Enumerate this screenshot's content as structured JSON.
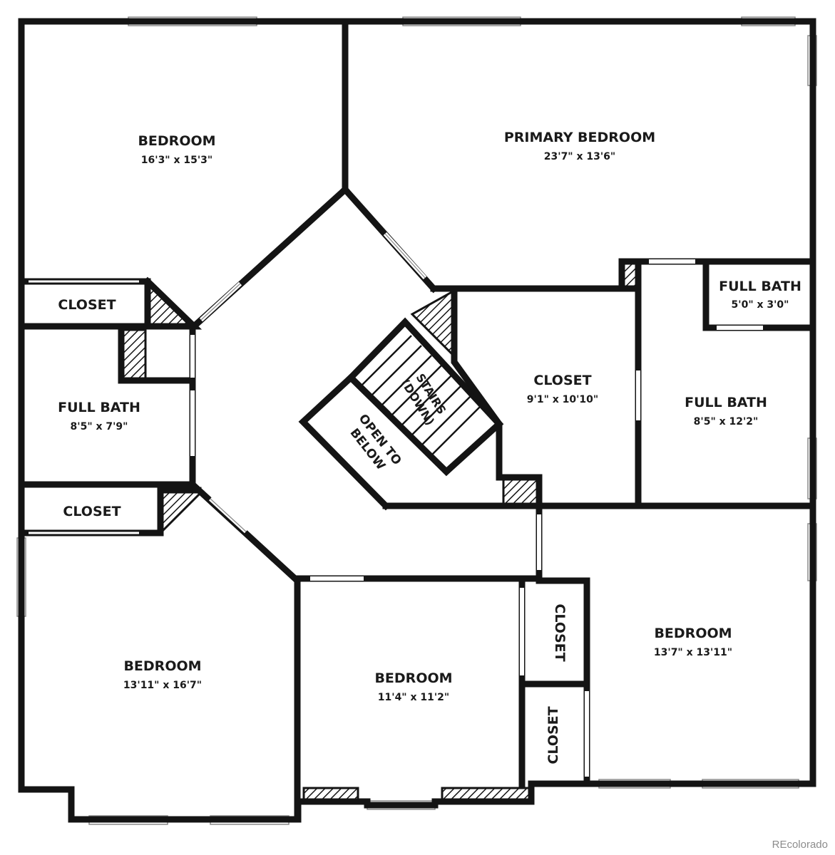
{
  "rooms": {
    "bedroom_nw": {
      "name": "BEDROOM",
      "dims": "16'3\" x 15'3\""
    },
    "primary_bedroom": {
      "name": "PRIMARY BEDROOM",
      "dims": "23'7\" x 13'6\""
    },
    "closet_w_upper": {
      "name": "CLOSET"
    },
    "full_bath_w": {
      "name": "FULL BATH",
      "dims": "8'5\" x 7'9\""
    },
    "closet_w_lower": {
      "name": "CLOSET"
    },
    "stairs": {
      "line1": "STAIRS",
      "line2": "(DOWN)"
    },
    "open_below": {
      "line1": "OPEN TO",
      "line2": "BELOW"
    },
    "closet_center": {
      "name": "CLOSET",
      "dims": "9'1\" x 10'10\""
    },
    "full_bath_e_small": {
      "name": "FULL BATH",
      "dims": "5'0\" x 3'0\""
    },
    "full_bath_e": {
      "name": "FULL BATH",
      "dims": "8'5\" x 12'2\""
    },
    "bedroom_sw": {
      "name": "BEDROOM",
      "dims": "13'11\" x 16'7\""
    },
    "bedroom_s": {
      "name": "BEDROOM",
      "dims": "11'4\" x 11'2\""
    },
    "closet_se_upper": {
      "name": "CLOSET"
    },
    "closet_se_lower": {
      "name": "CLOSET"
    },
    "bedroom_se": {
      "name": "BEDROOM",
      "dims": "13'7\" x 13'11\""
    }
  },
  "watermark": "REcolorado"
}
